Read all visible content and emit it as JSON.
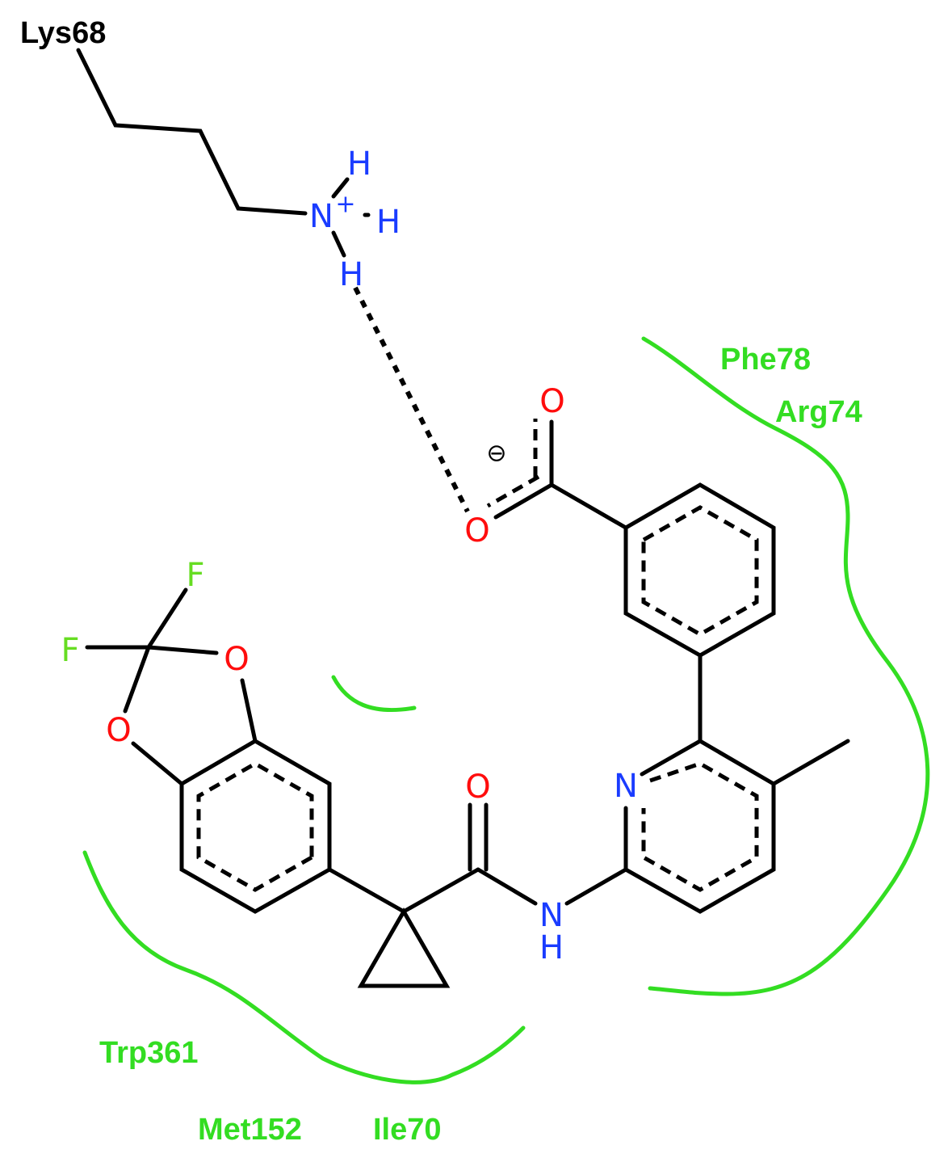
{
  "colors": {
    "bond": "#000000",
    "oxygen": "#ff0d0d",
    "nitrogen": "#1a3cff",
    "fluorine": "#66dd22",
    "pocket": "#33dd22",
    "residue_label": "#33dd22",
    "plain_label": "#000000"
  },
  "residues": {
    "lys": "Lys68",
    "phe": "Phe78",
    "arg": "Arg74",
    "trp": "Trp361",
    "met": "Met152",
    "ile": "Ile70"
  },
  "atoms": {
    "n_amine": "N",
    "n_amine_charge": "+",
    "h1": "H",
    "h2": "H",
    "h3": "H",
    "o_carbonyl_top": "O",
    "o_carboxylate": "O",
    "carboxylate_charge": "⊖",
    "f1": "F",
    "f2": "F",
    "o_dioxole_right": "O",
    "o_dioxole_left": "O",
    "o_amide": "O",
    "n_amide": "N",
    "h_amide": "H",
    "n_pyridine": "N"
  }
}
